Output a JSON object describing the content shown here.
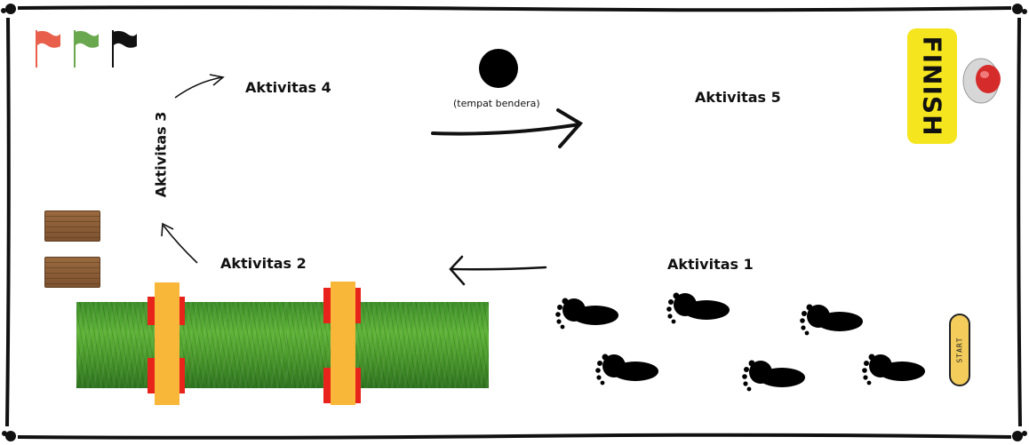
{
  "activities": {
    "a1": "Aktivitas 1",
    "a2": "Aktivitas 2",
    "a3": "Aktivitas 3",
    "a4": "Aktivitas 4",
    "a5": "Aktivitas 5"
  },
  "flag_spot_caption": "(tempat bendera)",
  "finish_label": "FINISH",
  "start_label": "START",
  "flags": [
    {
      "icon": "flag-icon",
      "color": "#e8604c"
    },
    {
      "icon": "flag-icon",
      "color": "#6aa84f"
    },
    {
      "icon": "flag-icon",
      "color": "#111111"
    }
  ],
  "colors": {
    "finish_bg": "#f5e51f",
    "start_bg": "#f3cc5c",
    "button_red": "#d62b2b",
    "hurdle_yellow": "#f8b739",
    "hurdle_red": "#e8231b"
  }
}
